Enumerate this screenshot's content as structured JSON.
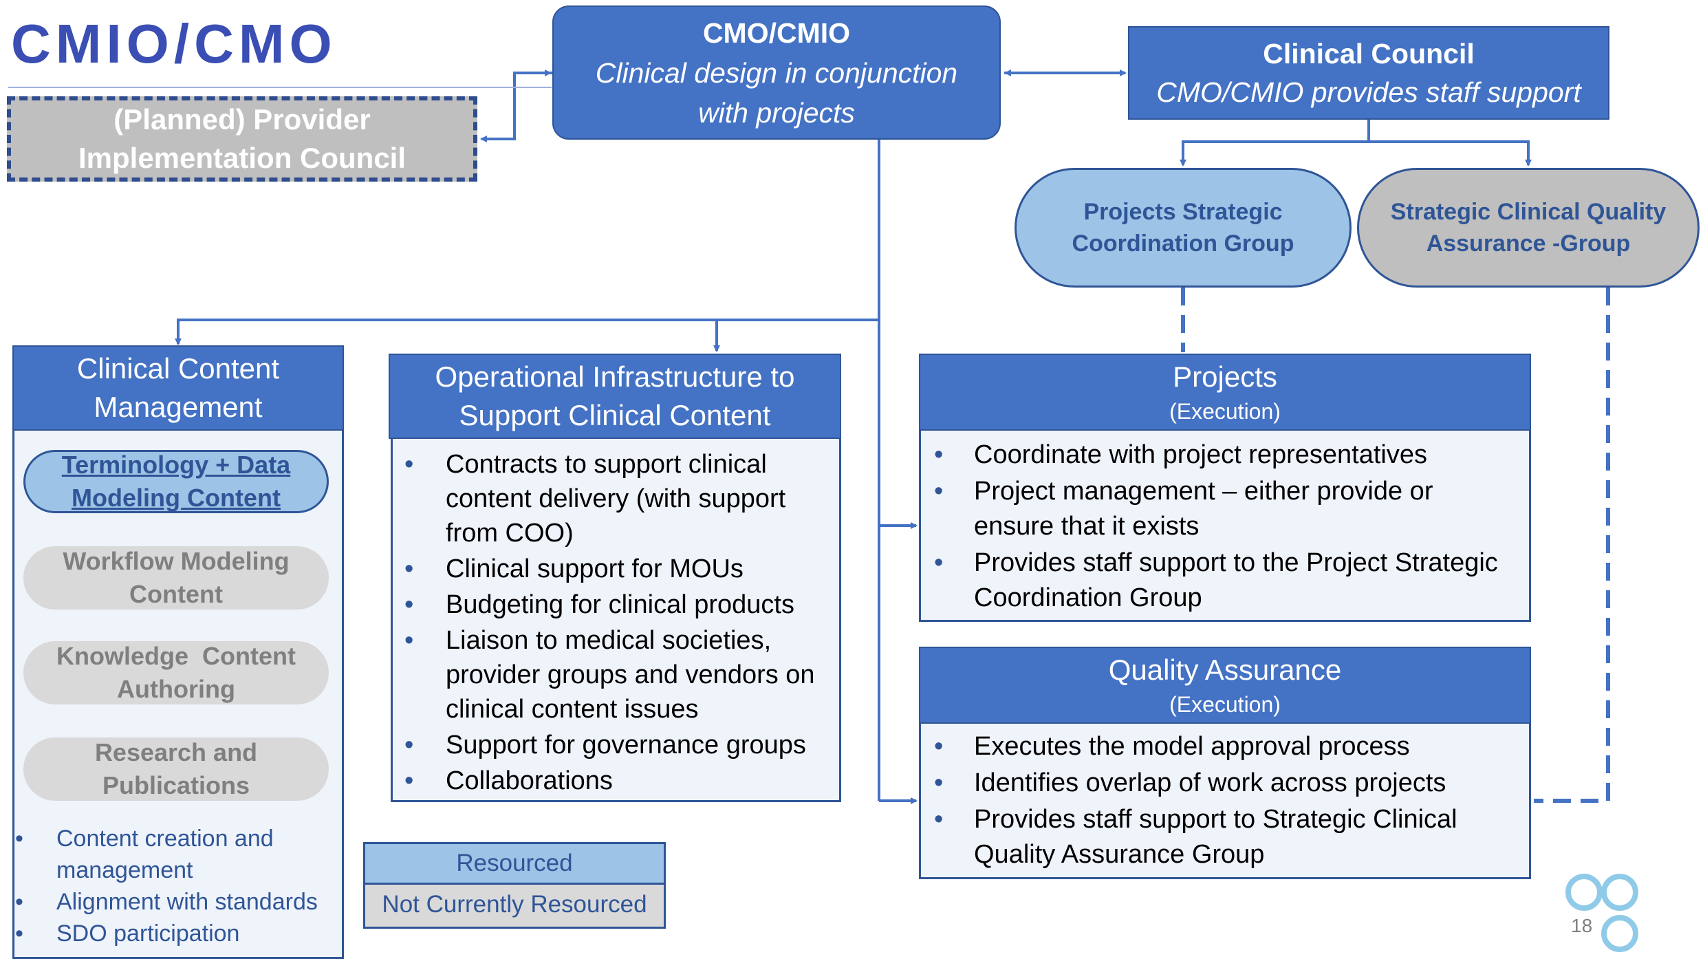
{
  "slide": {
    "title": "CMIO/CMO",
    "page_number": "18"
  },
  "planned_council": {
    "label": "(Planned) Provider Implementation Council"
  },
  "cmo_box": {
    "title": "CMO/CMIO",
    "subtitle": "Clinical design in conjunction with projects"
  },
  "clinical_council": {
    "title": "Clinical Council",
    "subtitle": "CMO/CMIO provides staff support"
  },
  "groups": {
    "projects_strategic": "Projects Strategic Coordination Group",
    "strategic_clinical_qa": "Strategic Clinical Quality Assurance -Group"
  },
  "clinical_content_management": {
    "title": "Clinical Content Management",
    "items": [
      "Terminology + Data Modeling Content",
      "Workflow Modeling Content",
      "Knowledge  Content Authoring",
      "Research and Publications"
    ],
    "bullets": [
      "Content creation and management",
      "Alignment with standards",
      "SDO participation"
    ]
  },
  "operational_infrastructure": {
    "title": "Operational Infrastructure to Support Clinical Content",
    "bullets": [
      "Contracts to support clinical content delivery (with support from COO)",
      "Clinical support for MOUs",
      "Budgeting for clinical products",
      "Liaison to medical societies, provider groups and vendors on clinical content issues",
      "Support for governance groups",
      "Collaborations"
    ]
  },
  "projects": {
    "title": "Projects",
    "subtitle": "(Execution)",
    "bullets": [
      "Coordinate with project representatives",
      "Project management – either provide or ensure that it exists",
      "Provides staff support to the Project Strategic Coordination Group"
    ]
  },
  "quality_assurance": {
    "title": "Quality Assurance",
    "subtitle": "(Execution)",
    "bullets": [
      "Executes the model approval process",
      "Identifies overlap of work across projects",
      "Provides staff support to Strategic Clinical Quality Assurance Group"
    ]
  },
  "legend": {
    "resourced": "Resourced",
    "not_resourced": "Not Currently Resourced"
  },
  "colors": {
    "primary_blue": "#4472c4",
    "border_blue": "#2f5597",
    "light_blue": "#9dc3e6",
    "grey": "#bfbfbf",
    "panel_bg": "#eff3fa"
  }
}
